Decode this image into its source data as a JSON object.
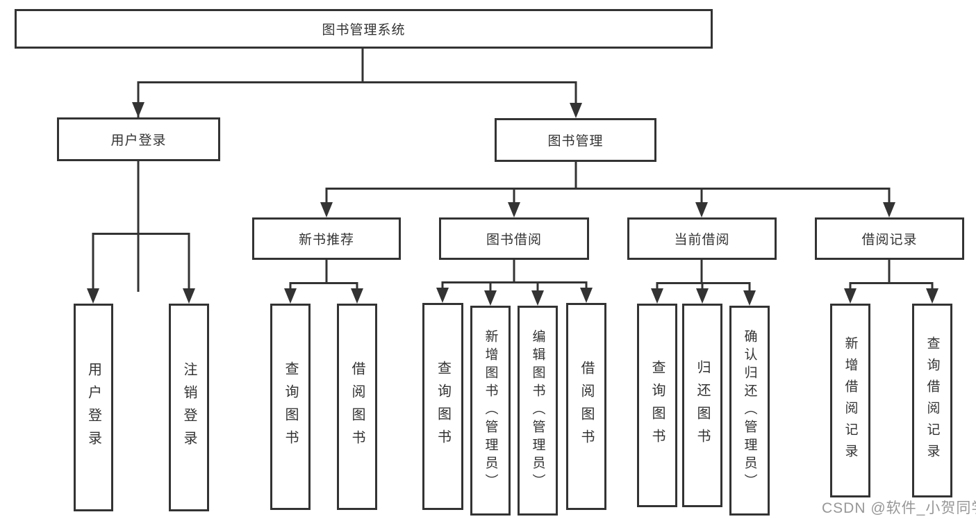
{
  "tree": {
    "root": "图书管理系统",
    "level2": [
      {
        "label": "用户登录",
        "children": [
          "用户登录",
          "注销登录"
        ]
      },
      {
        "label": "图书管理",
        "subsections": [
          {
            "label": "新书推荐",
            "children": [
              "查询图书",
              "借阅图书"
            ]
          },
          {
            "label": "图书借阅",
            "children": [
              "查询图书",
              "新增图书（管理员）",
              "编辑图书（管理员）",
              "借阅图书"
            ]
          },
          {
            "label": "当前借阅",
            "children": [
              "查询图书",
              "归还图书",
              "确认归还（管理员）"
            ]
          },
          {
            "label": "借阅记录",
            "children": [
              "新增借阅记录",
              "查询借阅记录"
            ]
          }
        ]
      }
    ]
  },
  "colors": {
    "line": "#333333",
    "box_border": "#333333",
    "text": "#333333",
    "watermark": "#979797",
    "background": "#ffffff"
  },
  "watermark": {
    "text": "CSDN @软件_小贺同学"
  }
}
